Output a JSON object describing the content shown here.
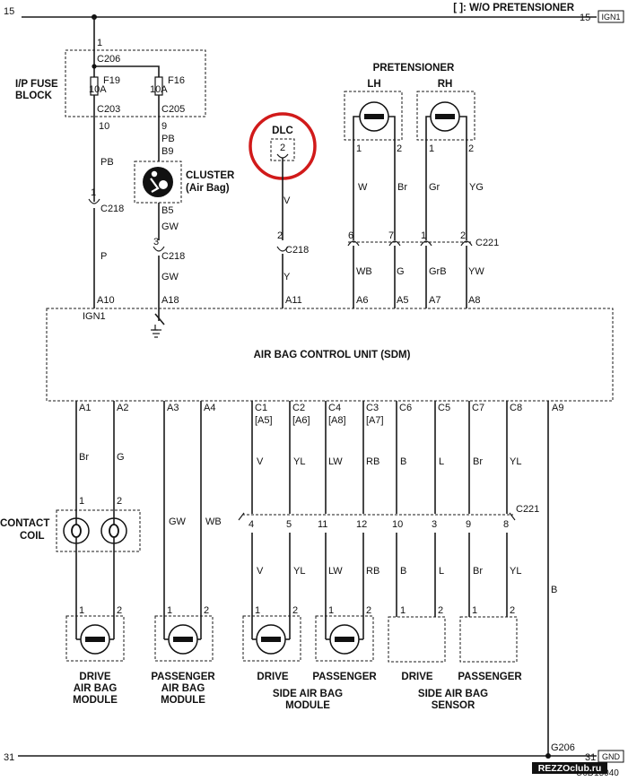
{
  "header": {
    "circuit_left": "15",
    "legend": "[ ]: W/O PRETENSIONER",
    "circuit_right": "15",
    "tag": "IGN1"
  },
  "footer": {
    "circuit_left": "31",
    "ground_point": "G206",
    "circuit_right": "31",
    "tag": "GND",
    "doc_code": "U6D15040",
    "watermark": "REZZOclub.ru"
  },
  "fuse_block": {
    "title_line1": "I/P FUSE",
    "title_line2": "BLOCK",
    "top_pin": "1",
    "top_connector": "C206",
    "fuses": [
      {
        "name": "F19",
        "rating": "10A",
        "connector": "C203",
        "pin": "10"
      },
      {
        "name": "F16",
        "rating": "10A",
        "connector": "C205",
        "pin": "9"
      }
    ]
  },
  "cluster": {
    "title_line1": "CLUSTER",
    "title_line2": "(Air Bag)",
    "pin_in": "B9",
    "pin_out": "B5",
    "icon": "airbag-warning-icon"
  },
  "dlc": {
    "title": "DLC",
    "pin": "2",
    "highlight_color": "#d11a1a"
  },
  "pretensioner": {
    "title": "PRETENSIONER",
    "lh": {
      "label": "LH",
      "pins": [
        "1",
        "2"
      ],
      "wires": [
        "W",
        "Br"
      ]
    },
    "rh": {
      "label": "RH",
      "pins": [
        "1",
        "2"
      ],
      "wires": [
        "Gr",
        "YG"
      ]
    },
    "connector": "C221",
    "connector_pins": [
      "6",
      "7",
      "1",
      "2"
    ],
    "lower_wires": [
      "WB",
      "G",
      "GrB",
      "YW"
    ]
  },
  "upper_wires": {
    "ign_wire_top": "PB",
    "ign_conn_pin": "1",
    "ign_conn": "C218",
    "ign_wire_bottom": "P",
    "cluster_wire_top": "PB",
    "cluster_wire_mid": "GW",
    "cluster_conn_pin": "3",
    "cluster_conn": "C218",
    "cluster_wire_bottom": "GW",
    "dlc_wire_top": "V",
    "dlc_conn_pin": "2",
    "dlc_conn": "C218",
    "dlc_wire_bottom": "Y"
  },
  "sdm": {
    "title": "AIR BAG CONTROL UNIT (SDM)",
    "ign_label": "IGN1",
    "top_pins": [
      "A10",
      "A18",
      "A11",
      "A6",
      "A5",
      "A7",
      "A8"
    ],
    "bottom_pins": [
      "A1",
      "A2",
      "A3",
      "A4",
      "C1",
      "C2",
      "C4",
      "C3",
      "C6",
      "C5",
      "C7",
      "C8",
      "A9"
    ],
    "alt_pins": [
      "[A5]",
      "[A6]",
      "[A8]",
      "[A7]"
    ]
  },
  "lower_wires": {
    "a_colors": [
      "Br",
      "G",
      "GW",
      "WB"
    ],
    "c_colors_top": [
      "V",
      "YL",
      "LW",
      "RB",
      "B",
      "L",
      "Br",
      "YL"
    ],
    "connector": "C221",
    "connector_pins": [
      "4",
      "5",
      "11",
      "12",
      "10",
      "3",
      "9",
      "8"
    ],
    "c_colors_bottom": [
      "V",
      "YL",
      "LW",
      "RB",
      "B",
      "L",
      "Br",
      "YL"
    ],
    "ground_wire": "B"
  },
  "contact_coil": {
    "title_line1": "CONTACT",
    "title_line2": "COIL",
    "pins": [
      "1",
      "2"
    ]
  },
  "modules": [
    {
      "line1": "DRIVE",
      "line2": "AIR BAG",
      "line3": "MODULE",
      "pins": [
        "1",
        "2"
      ]
    },
    {
      "line1": "PASSENGER",
      "line2": "AIR BAG",
      "line3": "MODULE",
      "pins": [
        "1",
        "2"
      ]
    }
  ],
  "side_modules": {
    "drive": "DRIVE",
    "passenger": "PASSENGER",
    "group_line1": "SIDE AIR BAG",
    "group_line2": "MODULE",
    "pins": [
      "1",
      "2"
    ]
  },
  "side_sensors": {
    "drive": "DRIVE",
    "passenger": "PASSENGER",
    "group_line1": "SIDE AIR BAG",
    "group_line2": "SENSOR",
    "pins": [
      "1",
      "2"
    ]
  }
}
